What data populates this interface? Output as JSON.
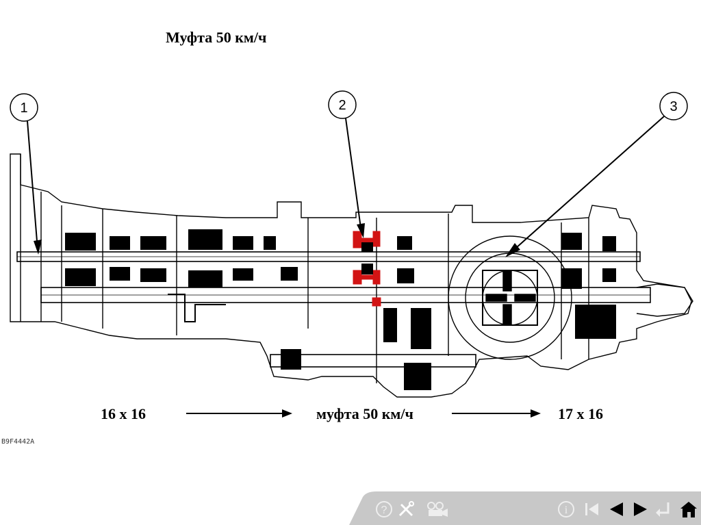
{
  "title": "Муфта 50 км/ч",
  "callouts": [
    "1",
    "2",
    "3"
  ],
  "flow": {
    "left": "16 х 16",
    "middle": "муфта 50 км/ч",
    "right": "17 х 16"
  },
  "figure_code": "B9F4442A",
  "colors": {
    "line": "#000000",
    "highlight": "#d21414",
    "toolbar": "#c8c8c8"
  },
  "toolbar_icons": [
    "help-icon",
    "tools-icon",
    "camera-icon",
    "info-icon",
    "first-slide-icon",
    "prev-slide-icon",
    "next-slide-icon",
    "return-icon",
    "home-icon"
  ]
}
